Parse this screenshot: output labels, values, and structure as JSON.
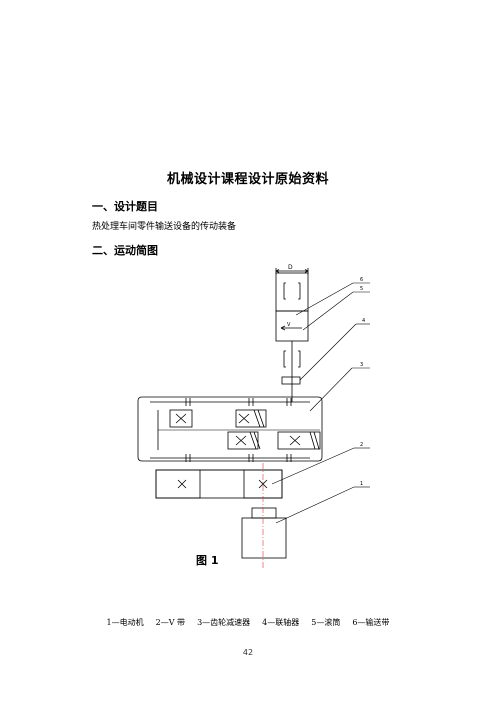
{
  "title": "机械设计课程设计原始资料",
  "sections": [
    {
      "heading": "一、设计题目",
      "body": "热处理车间零件输送设备的传动装备"
    },
    {
      "heading": "二、运动简图"
    }
  ],
  "diagram": {
    "labels": {
      "D": "D",
      "V": "V"
    },
    "part_numbers": [
      "6",
      "5",
      "4",
      "3",
      "2",
      "1"
    ]
  },
  "figure_label": "图 1",
  "legend": [
    "1—电动机",
    "2—V 带",
    "3—齿轮减速器",
    "4—联轴器",
    "5—滚筒",
    "6—输送带"
  ],
  "page_number": "42"
}
